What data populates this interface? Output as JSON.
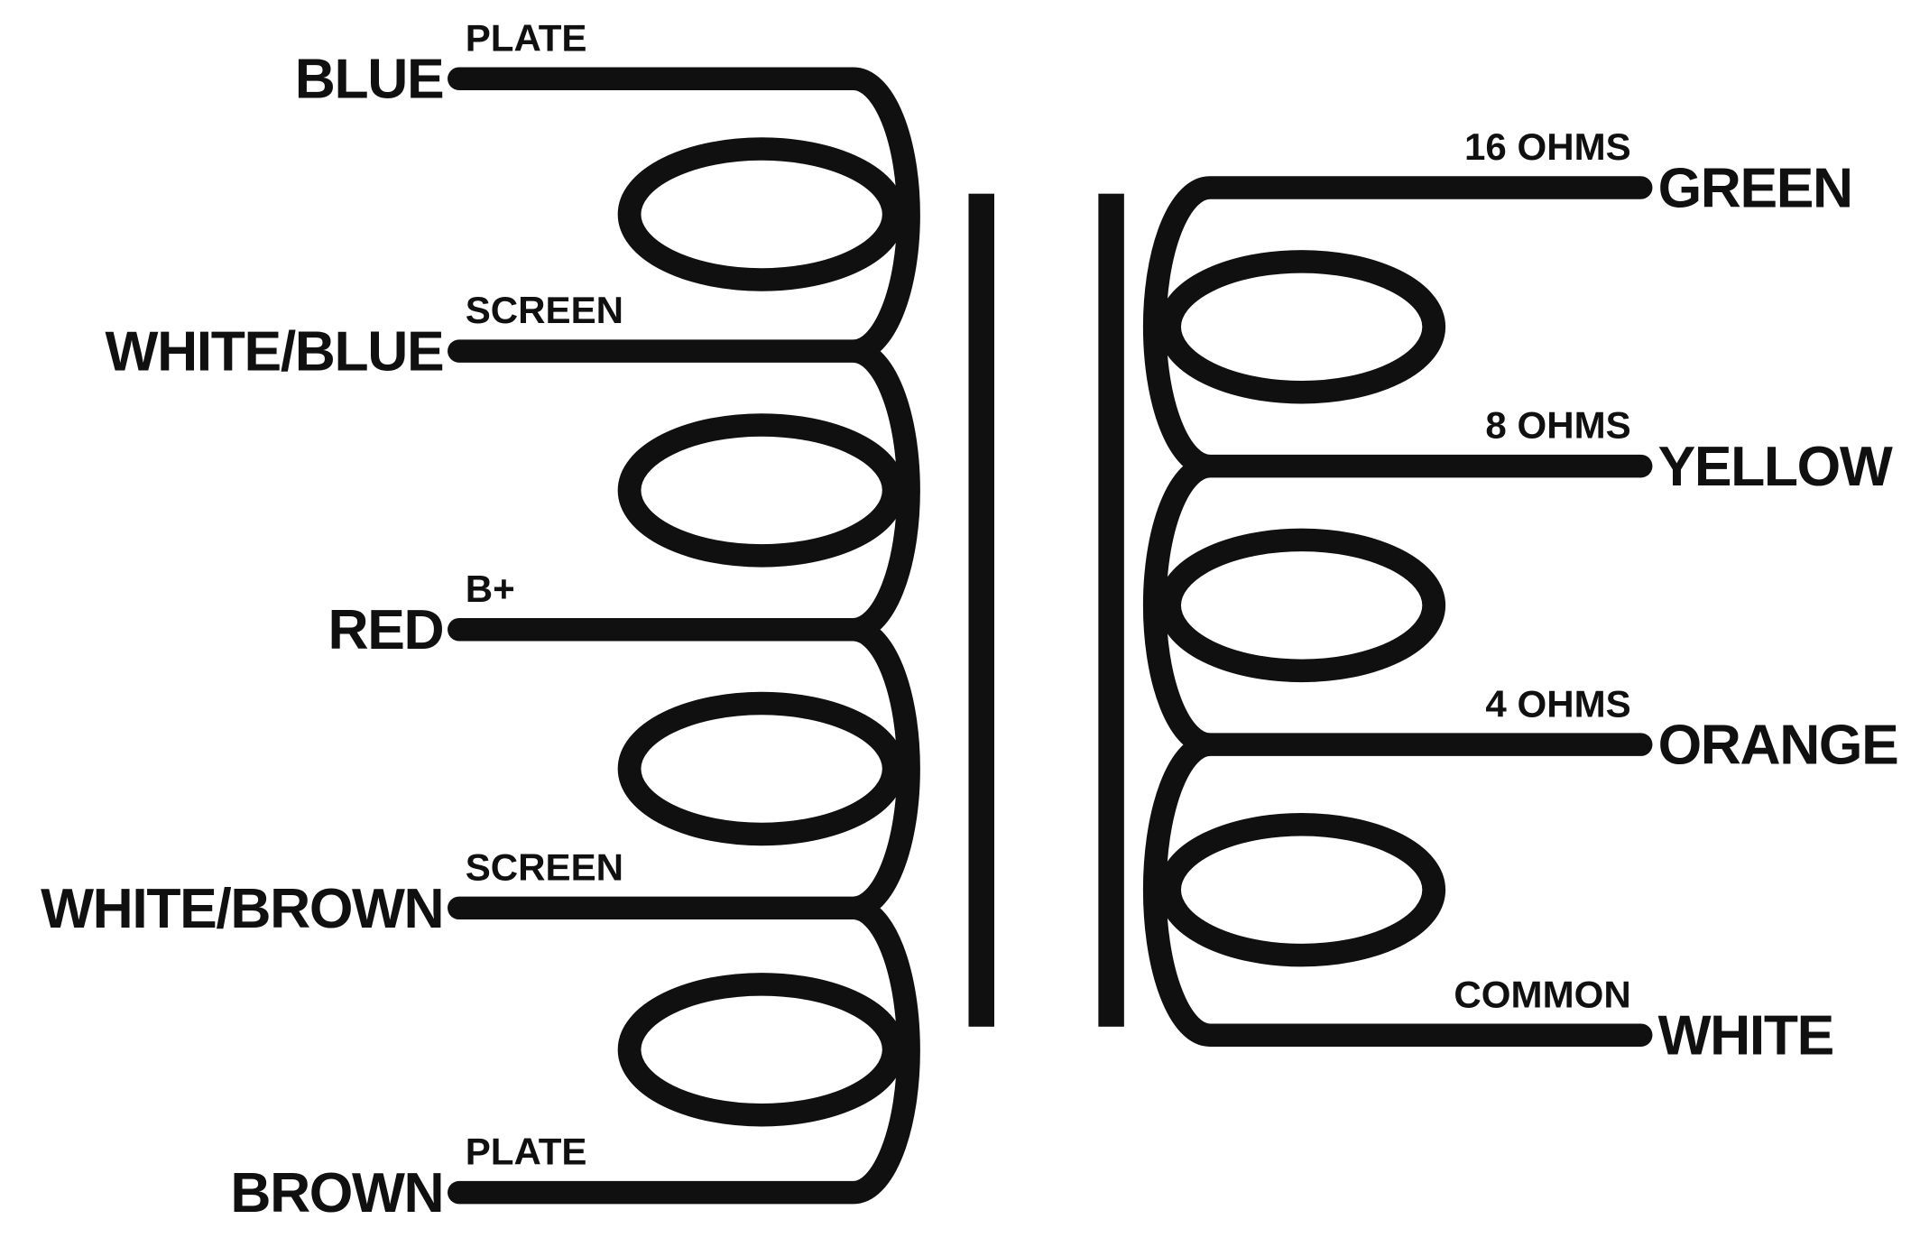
{
  "diagram": {
    "title": "output-transformer-wiring-diagram",
    "line_color": "#101010",
    "background_color": "#ffffff",
    "primary": {
      "side": "left",
      "taps": [
        {
          "wire": "BLUE",
          "terminal": "PLATE"
        },
        {
          "wire": "WHITE/BLUE",
          "terminal": "SCREEN"
        },
        {
          "wire": "RED",
          "terminal": "B+"
        },
        {
          "wire": "WHITE/BROWN",
          "terminal": "SCREEN"
        },
        {
          "wire": "BROWN",
          "terminal": "PLATE"
        }
      ]
    },
    "secondary": {
      "side": "right",
      "taps": [
        {
          "wire": "GREEN",
          "terminal": "16 OHMS"
        },
        {
          "wire": "YELLOW",
          "terminal": "8 OHMS"
        },
        {
          "wire": "ORANGE",
          "terminal": "4 OHMS"
        },
        {
          "wire": "WHITE",
          "terminal": "COMMON"
        }
      ]
    }
  }
}
